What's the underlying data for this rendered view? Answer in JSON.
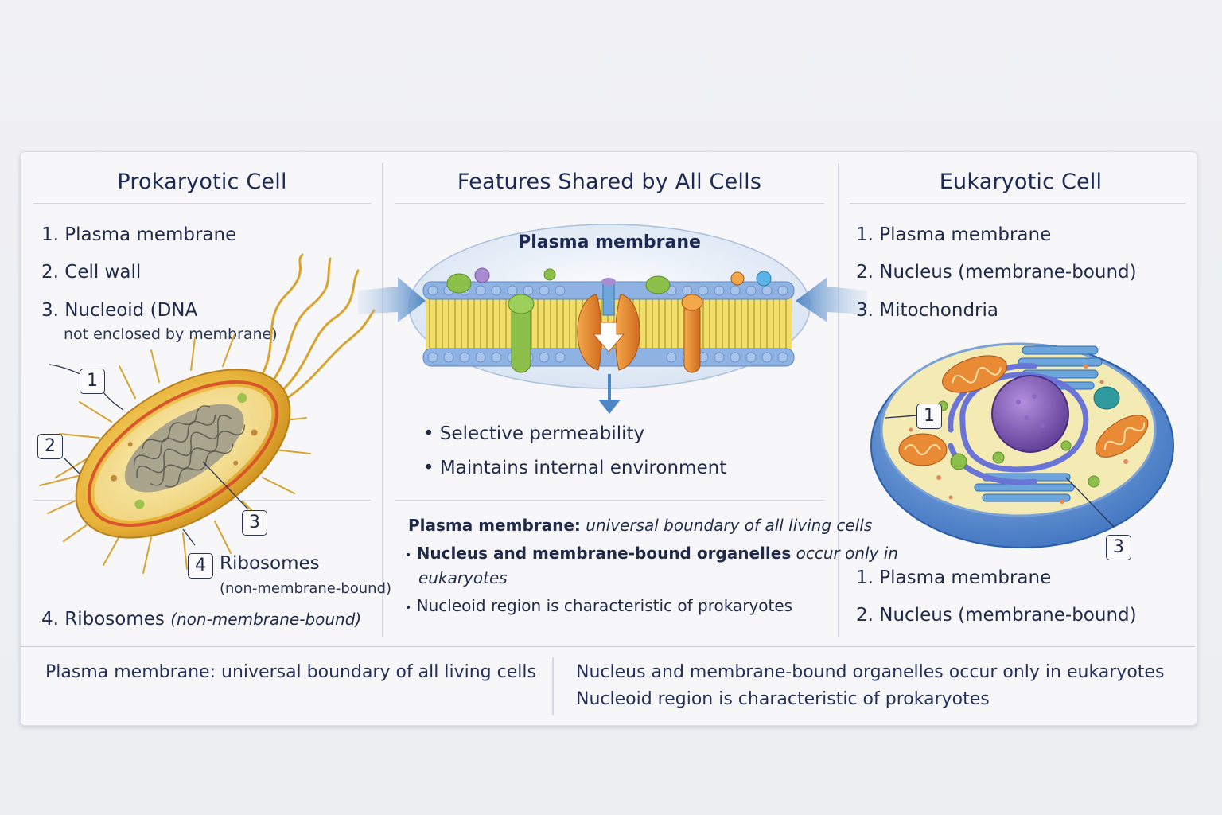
{
  "columns": {
    "prokaryotic": {
      "title": "Prokaryotic Cell",
      "items": [
        "1. Plasma membrane",
        "2. Cell wall",
        "3. Nucleoid (DNA"
      ],
      "item3_cont": "not enclosed by membrane)",
      "badges": [
        "1",
        "2",
        "3",
        "4"
      ],
      "ribosome_label": "Ribosomes",
      "ribosome_sub": "(non-membrane-bound)",
      "bottom_item": "4. Ribosomes",
      "bottom_item_note": "(non-membrane-bound)"
    },
    "shared": {
      "title": "Features Shared by All Cells",
      "membrane_label": "Plasma membrane",
      "bullets": [
        "Selective permeability",
        "Maintains internal environment"
      ],
      "summary_bold": "Plasma membrane:",
      "summary_italic": "universal boundary of all living cells",
      "sub_bullet1_bold": "Nucleus and membrane-bound organelles",
      "sub_bullet1_italic": "occur only in",
      "sub_bullet1_cont": "eukaryotes",
      "sub_bullet2": "Nucleoid region is characteristic of prokaryotes"
    },
    "eukaryotic": {
      "title": "Eukaryotic Cell",
      "items": [
        "1. Plasma membrane",
        "2. Nucleus (membrane-bound)",
        "3. Mitochondria"
      ],
      "badges": [
        "1",
        "3"
      ],
      "bottom_items": [
        "1. Plasma membrane",
        "2. Nucleus (membrane-bound)"
      ]
    }
  },
  "footer": {
    "left_bold": "Plasma membrane:",
    "left_rest": "universal boundary of all living cells",
    "right_line1": "Nucleus and membrane-bound organelles occur only in eukaryotes",
    "right_line2": "Nucleoid region is characteristic of prokaryotes"
  },
  "colors": {
    "heading": "#1c2a55",
    "bacteria_body": "#e9b73a",
    "membrane_blue": "#7fa6dc",
    "arrow_blue": "#5b8fc9",
    "cell_outer": "#5f8ed1"
  }
}
